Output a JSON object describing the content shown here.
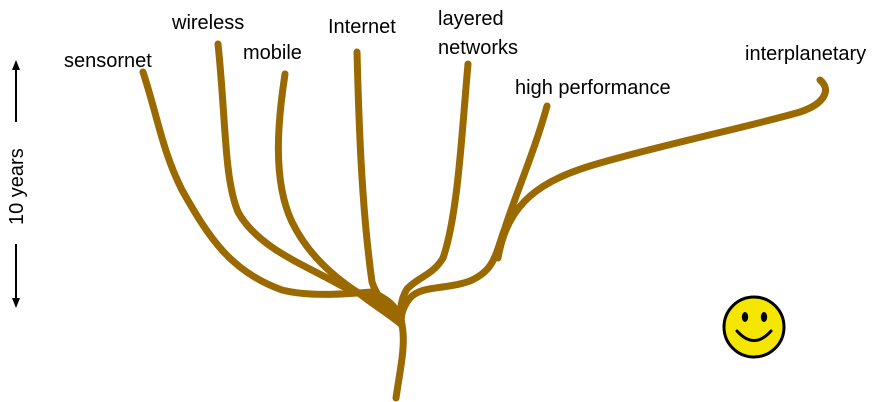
{
  "branch_color": "#9a6a00",
  "branches": {
    "sensornet": "sensornet",
    "wireless": "wireless",
    "mobile": "mobile",
    "internet": "Internet",
    "layered_line1": "layered",
    "layered_line2": "networks",
    "high_performance": "high performance",
    "interplanetary": "interplanetary"
  },
  "time_axis": {
    "label": "10 years",
    "icon": "double-headed-arrow"
  },
  "smiley": {
    "icon": "smiley-face-icon",
    "fill": "#f5e600",
    "stroke": "#000000"
  }
}
